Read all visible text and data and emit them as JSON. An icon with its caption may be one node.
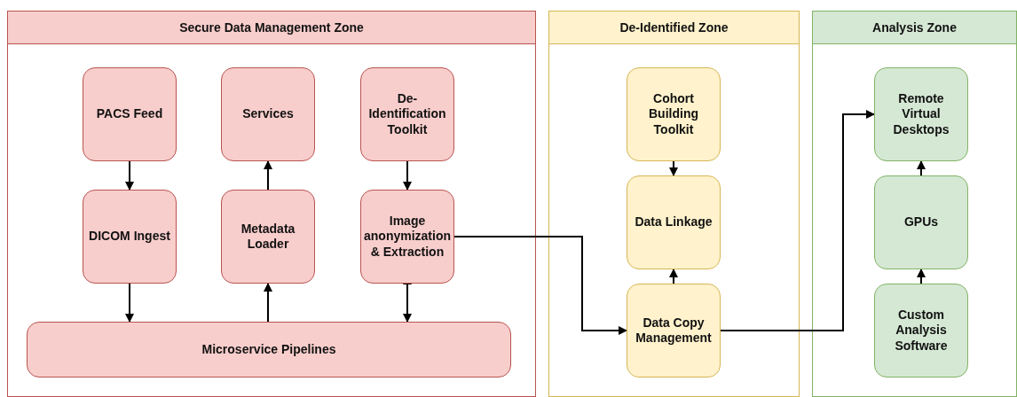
{
  "diagram": {
    "nodes": [
      {
        "text": [
          "Secure Data Management Zone"
        ]
      },
      {
        "text": [
          "PACS Feed"
        ],
        "in": 0
      },
      {
        "text": [
          "Services"
        ],
        "in": 0
      },
      {
        "text": [
          "De-Identification Toolkit"
        ],
        "in": 0
      },
      {
        "text": [
          "DICOM Ingest"
        ],
        "in": 0
      },
      {
        "text": [
          "Metadata Loader"
        ],
        "in": 0
      },
      {
        "text": [
          "Image anonymization & Extraction"
        ],
        "in": 0
      },
      {
        "text": [
          "Microservice Pipelines"
        ],
        "in": 0
      },
      {
        "text": [
          "De-Identified Zone"
        ]
      },
      {
        "text": [
          "Cohort Building Toolkit"
        ],
        "in": 8
      },
      {
        "text": [
          "Data Linkage"
        ],
        "in": 8
      },
      {
        "text": [
          "Data Copy Management"
        ],
        "in": 8
      },
      {
        "text": [
          "Analysis Zone"
        ]
      },
      {
        "text": [
          "Remote Virtual Desktops"
        ],
        "in": 12
      },
      {
        "text": [
          "GPUs"
        ],
        "in": 12
      },
      {
        "text": [
          "Custom Analysis Software"
        ],
        "in": 12
      }
    ],
    "edges": [
      {
        "from": 1,
        "to": 4,
        "arrow": "to"
      },
      {
        "from": 5,
        "to": 2,
        "arrow": "to"
      },
      {
        "from": 3,
        "to": 6,
        "arrow": "to"
      },
      {
        "from": 4,
        "to": 7,
        "arrow": "to"
      },
      {
        "from": 7,
        "to": 5,
        "arrow": "to"
      },
      {
        "from": 6,
        "to": 7,
        "arrow": "both"
      },
      {
        "from": 6,
        "to": 11,
        "arrow": "to"
      },
      {
        "from": 9,
        "to": 10,
        "arrow": "to"
      },
      {
        "from": 11,
        "to": 10,
        "arrow": "to"
      },
      {
        "from": 11,
        "to": 13,
        "arrow": "to"
      },
      {
        "from": 14,
        "to": 13,
        "arrow": "to"
      },
      {
        "from": 15,
        "to": 14,
        "arrow": "to"
      }
    ]
  }
}
